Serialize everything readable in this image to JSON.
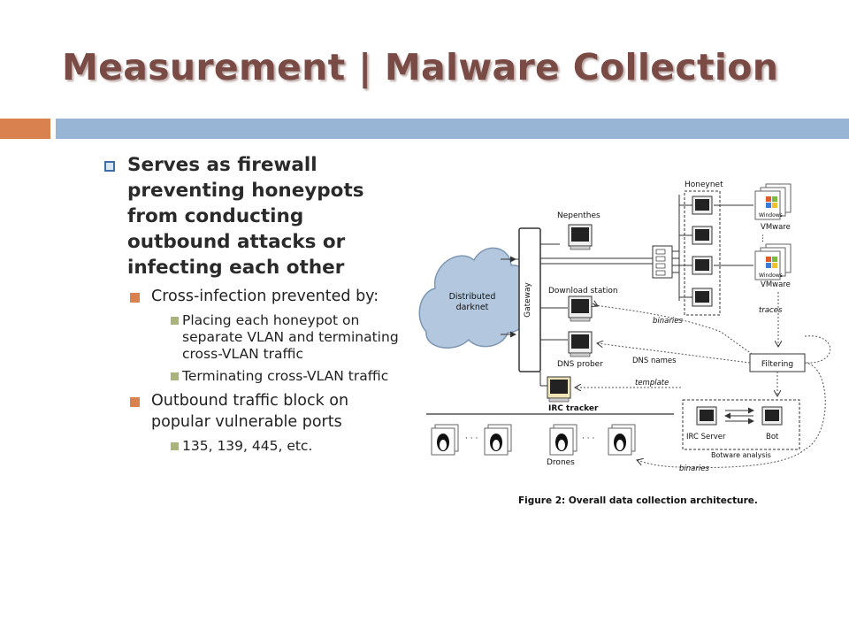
{
  "slide": {
    "title": "Measurement | Malware Collection",
    "accent_colors": {
      "orange": "#d9824f",
      "blue": "#99b5d6",
      "title": "#7a4a44"
    }
  },
  "bullets": {
    "main": "Serves as firewall preventing honeypots from conducting outbound attacks or infecting each other",
    "sub1": "Cross-infection prevented by:",
    "sub1_items": [
      "Placing each honeypot on separate VLAN and terminating cross-VLAN traffic",
      "Terminating cross-VLAN traffic"
    ],
    "sub2": "Outbound traffic block on popular vulnerable ports",
    "sub2_items": [
      "135, 139, 445, etc."
    ]
  },
  "figure": {
    "caption": "Figure 2: Overall data collection architecture.",
    "labels": {
      "darknet_line1": "Distributed",
      "darknet_line2": "darknet",
      "gateway": "Gateway",
      "nepenthes": "Nepenthes",
      "download_station": "Download station",
      "dns_prober": "DNS prober",
      "irc_tracker": "IRC tracker",
      "drones": "Drones",
      "honeynet": "Honeynet",
      "vmware_1": "VMware",
      "vmware_2": "VMware",
      "windows_1": "Windows",
      "windows_2": "Windows",
      "binaries_1": "binaries",
      "traces": "traces",
      "dns_names": "DNS names",
      "filtering": "Filtering",
      "template": "template",
      "irc_server": "IRC Server",
      "bot": "Bot",
      "botware_analysis": "Botware analysis",
      "binaries_2": "binaries"
    }
  }
}
